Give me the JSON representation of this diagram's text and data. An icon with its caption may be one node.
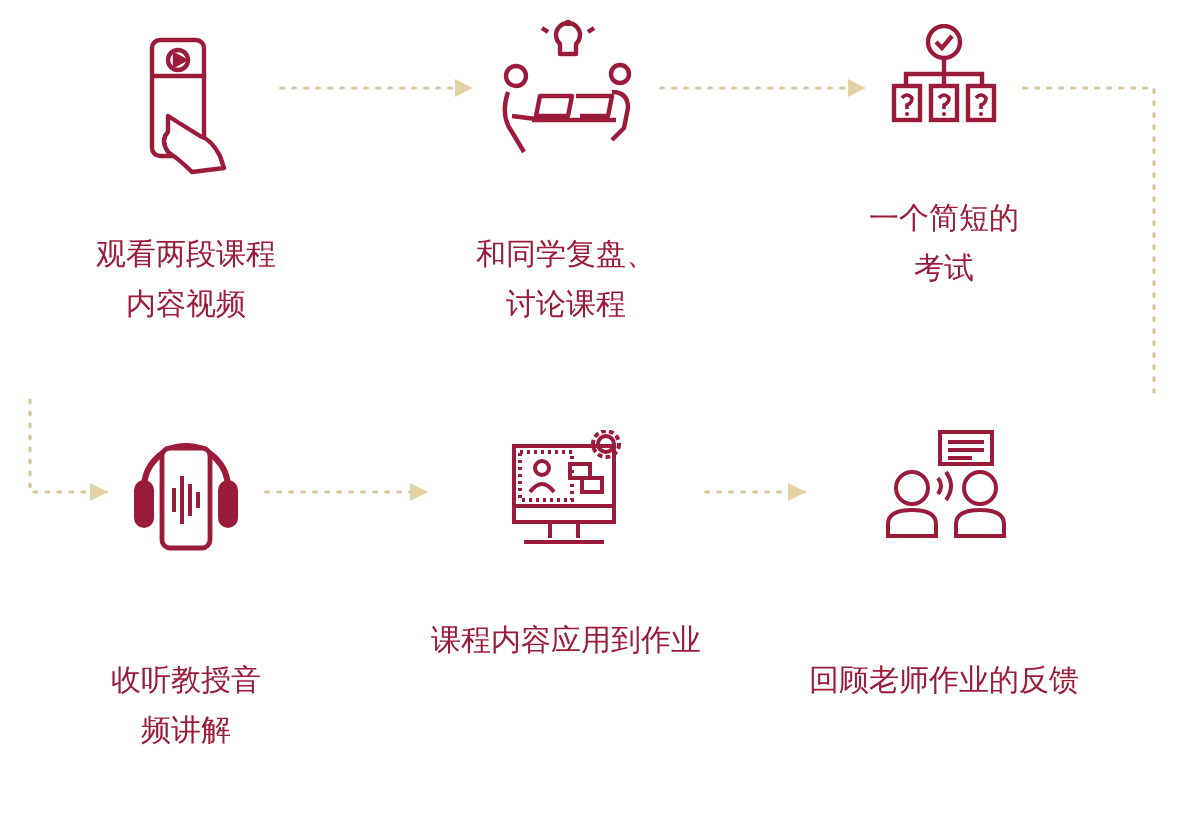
{
  "diagram": {
    "nodes": [
      {
        "text": [
          "观看两段课程内容视频"
        ]
      },
      {
        "text": [
          "和同学复盘、讨论课程"
        ]
      },
      {
        "text": [
          "一个简短的考试"
        ]
      },
      {
        "text": [
          "收听教授音频讲解"
        ]
      },
      {
        "text": [
          "课程内容应用到作业"
        ]
      },
      {
        "text": [
          "回顾老师作业的反馈"
        ]
      }
    ],
    "edges": [
      {
        "from": 0,
        "to": 1,
        "arrow": "to"
      },
      {
        "from": 1,
        "to": 2,
        "arrow": "to"
      },
      {
        "from": 2,
        "to": null,
        "arrow": "none"
      },
      {
        "from": null,
        "to": 3,
        "arrow": "to"
      },
      {
        "from": 3,
        "to": 4,
        "arrow": "to"
      },
      {
        "from": 4,
        "to": 5,
        "arrow": "to"
      }
    ]
  }
}
